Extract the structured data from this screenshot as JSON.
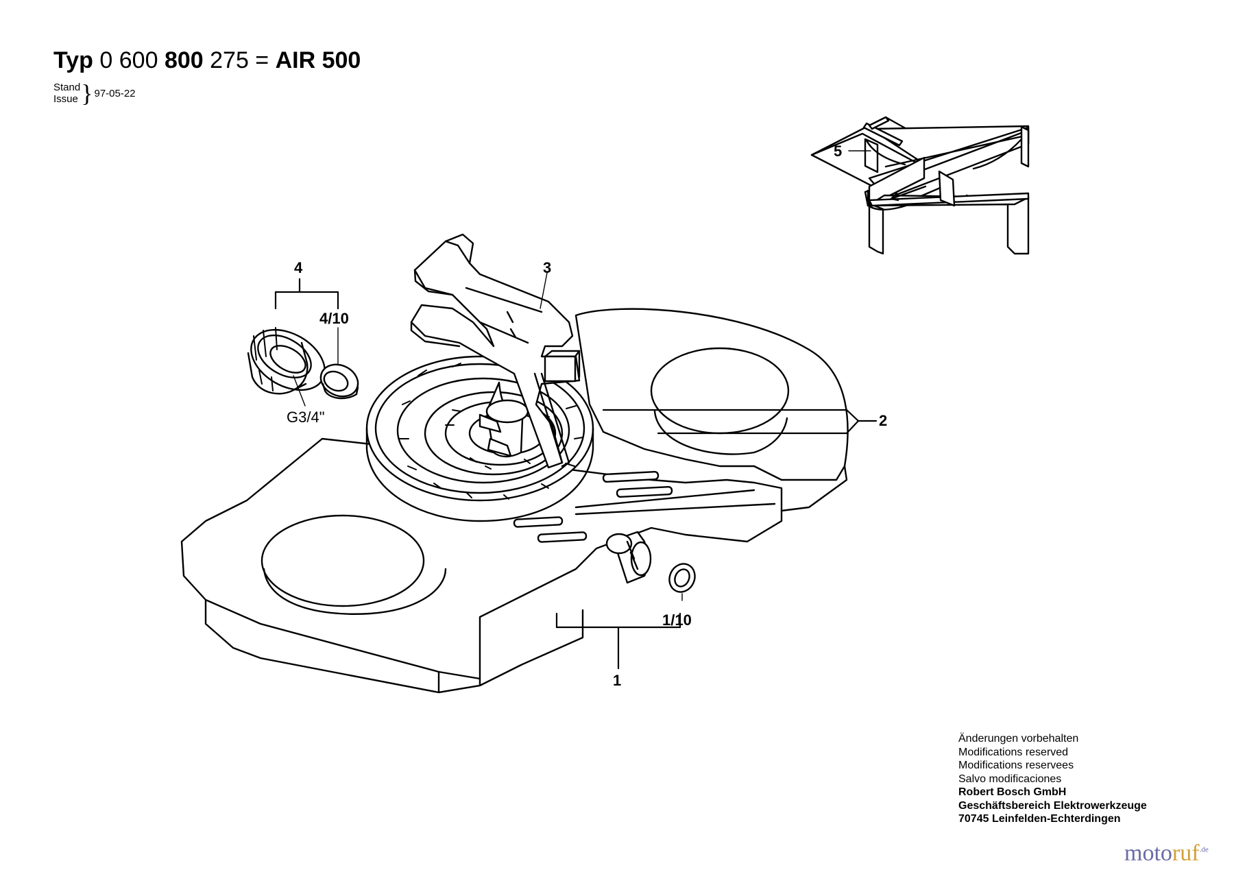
{
  "header": {
    "typ_label": "Typ",
    "part_prefix": "0 600",
    "part_mid": "800",
    "part_suffix": "275 =",
    "model": "AIR 500",
    "stand_label": "Stand",
    "issue_label": "Issue",
    "date": "97-05-22"
  },
  "callouts": {
    "c5": "5",
    "c4": "4",
    "c4_10": "4/10",
    "thread": "G3/4\"",
    "c3": "3",
    "c2": "2",
    "c1_10": "1/10",
    "c1": "1"
  },
  "footer": {
    "lines": [
      "Änderungen vorbehalten",
      "Modifications reserved",
      "Modifications reservees",
      "Salvo modificaciones"
    ],
    "company": "Robert Bosch GmbH",
    "division": "Geschäftsbereich Elektrowerkzeuge",
    "address": "70745 Leinfelden-Echterdingen"
  },
  "watermark": {
    "part1": "moto",
    "part2": "ruf",
    "tld": ".de"
  }
}
